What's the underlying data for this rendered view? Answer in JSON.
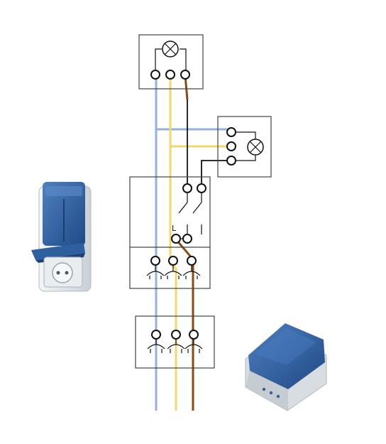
{
  "terminal_label": "L",
  "colors": {
    "wire_blue": "#94b0dd",
    "wire_yellow": "#f2d868",
    "wire_brown": "#8a4a14",
    "wire_black": "#111111",
    "device_blue": "#2f5d9a",
    "device_grey": "#dfe4e8"
  },
  "icons": [
    "lamp-icon",
    "lamp-icon",
    "double-switch-icon",
    "outdoor-socket-photo",
    "outdoor-switch-photo"
  ]
}
